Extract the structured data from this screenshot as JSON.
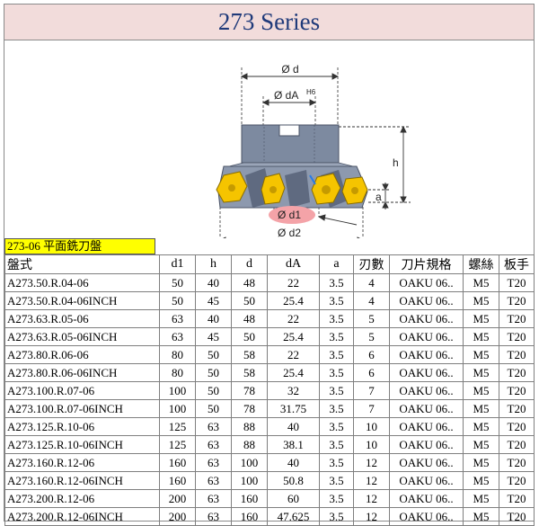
{
  "title": "273 Series",
  "drawing": {
    "labels": {
      "d": "Ø d",
      "dA": "Ø dA",
      "tolerance": "H6",
      "d1": "Ø d1",
      "d2": "Ø d2",
      "h": "h",
      "a": "a"
    },
    "colors": {
      "body": "#7d8aa0",
      "insert": "#f5c400",
      "highlight": "#f4a3a8"
    }
  },
  "series_label": "273-06 平面銑刀盤",
  "table": {
    "headers": [
      "盤式",
      "d1",
      "h",
      "d",
      "dA",
      "a",
      "刃數",
      "刀片規格",
      "螺絲",
      "板手"
    ],
    "rows": [
      [
        "A273.50.R.04-06",
        "50",
        "40",
        "48",
        "22",
        "3.5",
        "4",
        "OAKU 06..",
        "M5",
        "T20"
      ],
      [
        "A273.50.R.04-06INCH",
        "50",
        "45",
        "50",
        "25.4",
        "3.5",
        "4",
        "OAKU 06..",
        "M5",
        "T20"
      ],
      [
        "A273.63.R.05-06",
        "63",
        "40",
        "48",
        "22",
        "3.5",
        "5",
        "OAKU 06..",
        "M5",
        "T20"
      ],
      [
        "A273.63.R.05-06INCH",
        "63",
        "45",
        "50",
        "25.4",
        "3.5",
        "5",
        "OAKU 06..",
        "M5",
        "T20"
      ],
      [
        "A273.80.R.06-06",
        "80",
        "50",
        "58",
        "22",
        "3.5",
        "6",
        "OAKU 06..",
        "M5",
        "T20"
      ],
      [
        "A273.80.R.06-06INCH",
        "80",
        "50",
        "58",
        "25.4",
        "3.5",
        "6",
        "OAKU 06..",
        "M5",
        "T20"
      ],
      [
        "A273.100.R.07-06",
        "100",
        "50",
        "78",
        "32",
        "3.5",
        "7",
        "OAKU 06..",
        "M5",
        "T20"
      ],
      [
        "A273.100.R.07-06INCH",
        "100",
        "50",
        "78",
        "31.75",
        "3.5",
        "7",
        "OAKU 06..",
        "M5",
        "T20"
      ],
      [
        "A273.125.R.10-06",
        "125",
        "63",
        "88",
        "40",
        "3.5",
        "10",
        "OAKU 06..",
        "M5",
        "T20"
      ],
      [
        "A273.125.R.10-06INCH",
        "125",
        "63",
        "88",
        "38.1",
        "3.5",
        "10",
        "OAKU 06..",
        "M5",
        "T20"
      ],
      [
        "A273.160.R.12-06",
        "160",
        "63",
        "100",
        "40",
        "3.5",
        "12",
        "OAKU 06..",
        "M5",
        "T20"
      ],
      [
        "A273.160.R.12-06INCH",
        "160",
        "63",
        "100",
        "50.8",
        "3.5",
        "12",
        "OAKU 06..",
        "M5",
        "T20"
      ],
      [
        "A273.200.R.12-06",
        "200",
        "63",
        "160",
        "60",
        "3.5",
        "12",
        "OAKU 06..",
        "M5",
        "T20"
      ],
      [
        "A273.200.R.12-06INCH",
        "200",
        "63",
        "160",
        "47.625",
        "3.5",
        "12",
        "OAKU 06..",
        "M5",
        "T20"
      ]
    ]
  }
}
